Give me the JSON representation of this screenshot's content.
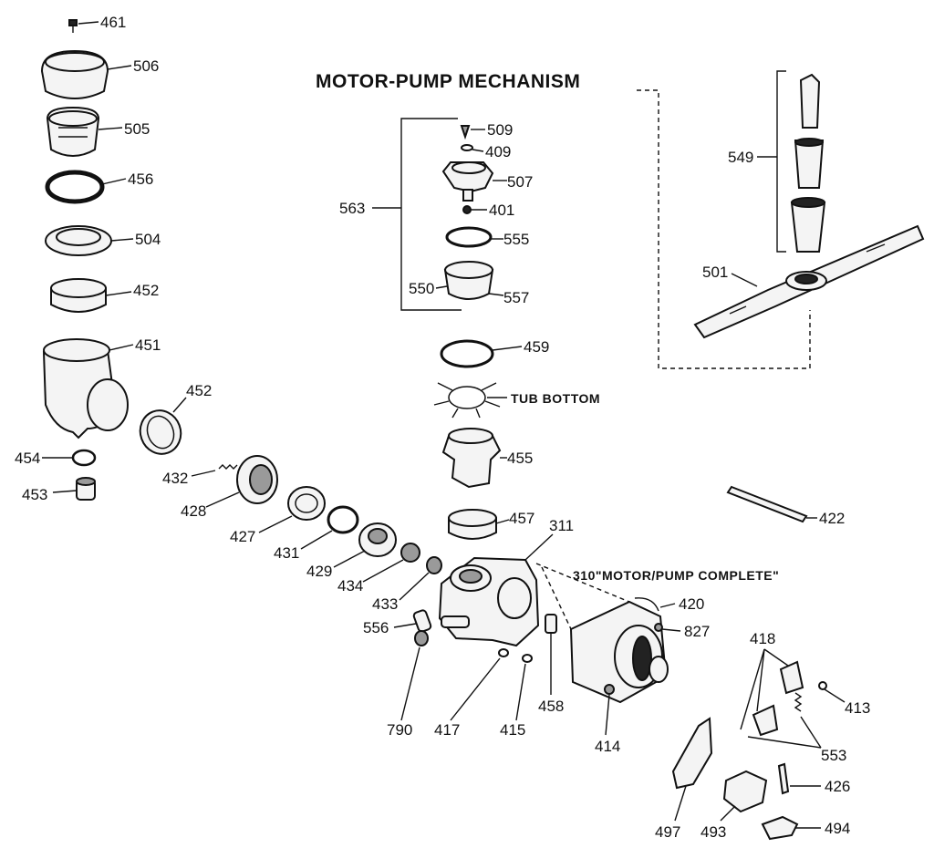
{
  "title": "MOTOR-PUMP MECHANISM",
  "captions": {
    "tub_bottom": "TUB BOTTOM",
    "motor_pump_complete": "310\"MOTOR/PUMP COMPLETE\""
  },
  "parts": {
    "p461": "461",
    "p506": "506",
    "p505": "505",
    "p456": "456",
    "p504": "504",
    "p452a": "452",
    "p451": "451",
    "p452b": "452",
    "p454": "454",
    "p453": "453",
    "p432": "432",
    "p428": "428",
    "p427": "427",
    "p431": "431",
    "p429": "429",
    "p434": "434",
    "p433": "433",
    "p556": "556",
    "p790": "790",
    "p417": "417",
    "p415": "415",
    "p458": "458",
    "p414": "414",
    "p311": "311",
    "p420": "420",
    "p827": "827",
    "p418": "418",
    "p413": "413",
    "p553": "553",
    "p426": "426",
    "p497": "497",
    "p493": "493",
    "p494": "494",
    "p422": "422",
    "p457": "457",
    "p455": "455",
    "p459": "459",
    "p563": "563",
    "p509": "509",
    "p409": "409",
    "p507": "507",
    "p401": "401",
    "p555": "555",
    "p550": "550",
    "p557": "557",
    "p549": "549",
    "p501": "501"
  },
  "colors": {
    "ink": "#111111",
    "paper": "#ffffff",
    "shade": "#9a9a9a"
  }
}
